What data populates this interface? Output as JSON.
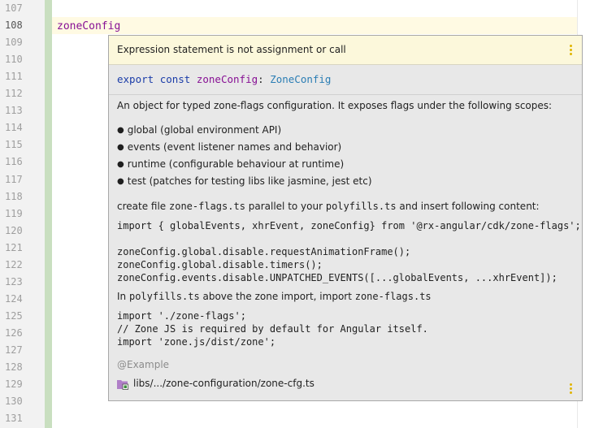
{
  "editor": {
    "line_numbers": [
      "107",
      "108",
      "109",
      "110",
      "111",
      "112",
      "113",
      "114",
      "115",
      "116",
      "117",
      "118",
      "119",
      "120",
      "121",
      "122",
      "123",
      "124",
      "125",
      "126",
      "127",
      "128",
      "129",
      "130",
      "131"
    ],
    "current_line_code": "zoneConfig"
  },
  "popup": {
    "warning": "Expression statement is not assignment or call",
    "signature": {
      "kw1": "export",
      "kw2": "const",
      "name": "zoneConfig",
      "colon": ":",
      "type": "ZoneConfig"
    },
    "description": "An object for typed zone-flags configuration. It exposes flags under the following scopes:",
    "bullets": [
      "global (global environment API)",
      "events (event listener names and behavior)",
      "runtime (configurable behaviour at runtime)",
      "test (patches for testing libs like jasmine, jest etc)"
    ],
    "create_pre": "create file ",
    "create_file": "zone-flags.ts",
    "create_mid": " parallel to your ",
    "create_poly": "polyfills.ts",
    "create_post": " and insert following content:",
    "import_line": "import { globalEvents, xhrEvent, zoneConfig} from '@rx-angular/cdk/zone-flags';",
    "code_lines": [
      "zoneConfig.global.disable.requestAnimationFrame();",
      "zoneConfig.global.disable.timers();",
      "zoneConfig.events.disable.UNPATCHED_EVENTS([...globalEvents, ...xhrEvent]);"
    ],
    "in_pre": "In ",
    "in_poly": "polyfills.ts",
    "in_mid": " above the zone import, import ",
    "in_file": "zone-flags.ts",
    "import_block": [
      "import './zone-flags';",
      "// Zone JS is required by default for Angular itself.",
      "import 'zone.js/dist/zone';"
    ],
    "example_tag": "@Example",
    "file_path": "libs/.../zone-configuration/zone-cfg.ts"
  }
}
